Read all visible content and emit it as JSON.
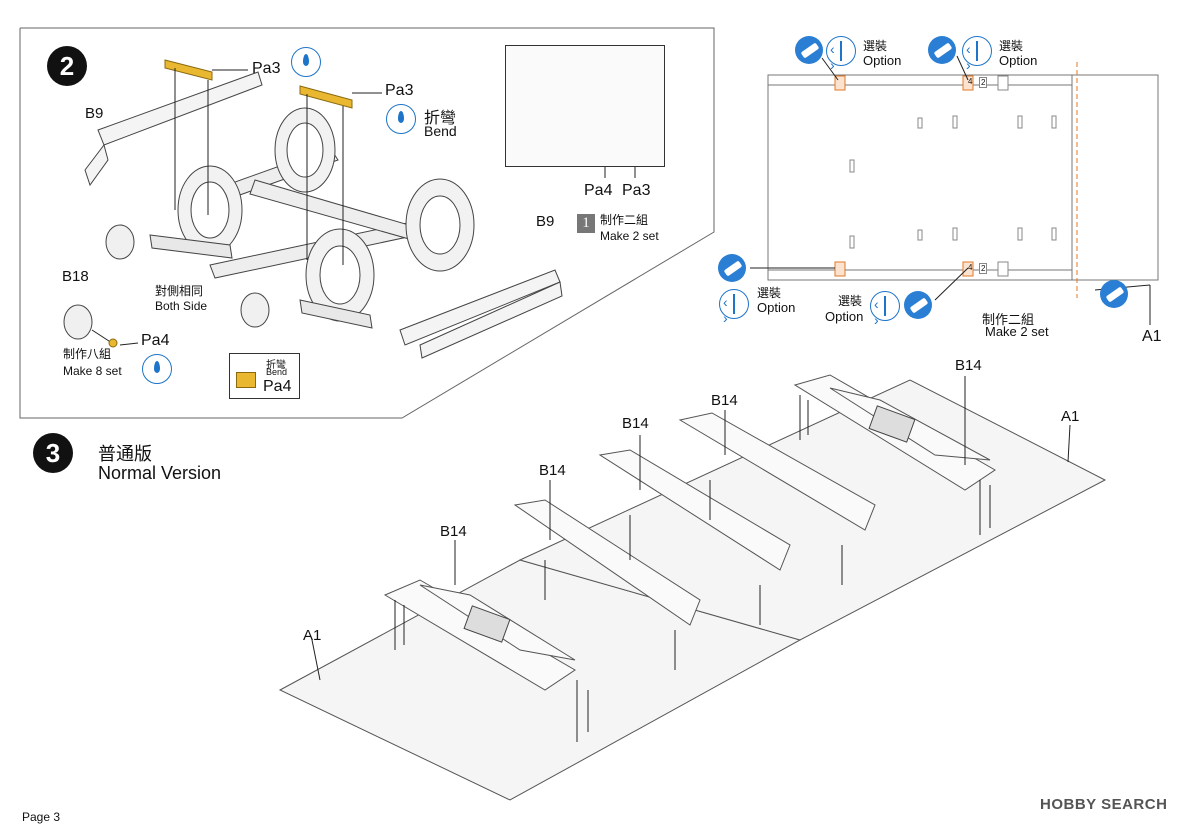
{
  "step2": {
    "number": "2",
    "labels": {
      "pa3_left": "Pa3",
      "pa3_right": "Pa3",
      "b9_left": "B9",
      "b9_right": "B9",
      "b18": "B18",
      "pa4": "Pa4",
      "both_side_zh": "對側相同",
      "both_side_en": "Both Side",
      "make8_zh": "制作八組",
      "make8_en": "Make 8 set",
      "bend_zh": "折彎",
      "bend_en": "Bend",
      "inset_pa4": "Pa4",
      "inset_pa3": "Pa3",
      "make2_tag": "1",
      "make2_zh": "制作二組",
      "make2_en": "Make 2 set",
      "bendbox_zh": "折彎",
      "bendbox_en": "Bend",
      "bendbox_part": "Pa4"
    }
  },
  "frame_view": {
    "option_zh": "選裝",
    "option_en": "Option",
    "make2_zh": "制作二組",
    "make2_en": "Make 2 set",
    "a1": "A1",
    "marker_2": "2",
    "marker_4": "4"
  },
  "step3": {
    "number": "3",
    "title_zh": "普通版",
    "title_en": "Normal Version",
    "b14": "B14",
    "a1": "A1"
  },
  "footer": {
    "page": "Page 3",
    "watermark": "HOBBY SEARCH"
  },
  "colors": {
    "accent_blue": "#1d74c9",
    "brass": "#e9b830",
    "option_orange": "#e07a2a"
  },
  "icons": [
    "drop-icon",
    "option-icon",
    "saw-icon"
  ]
}
